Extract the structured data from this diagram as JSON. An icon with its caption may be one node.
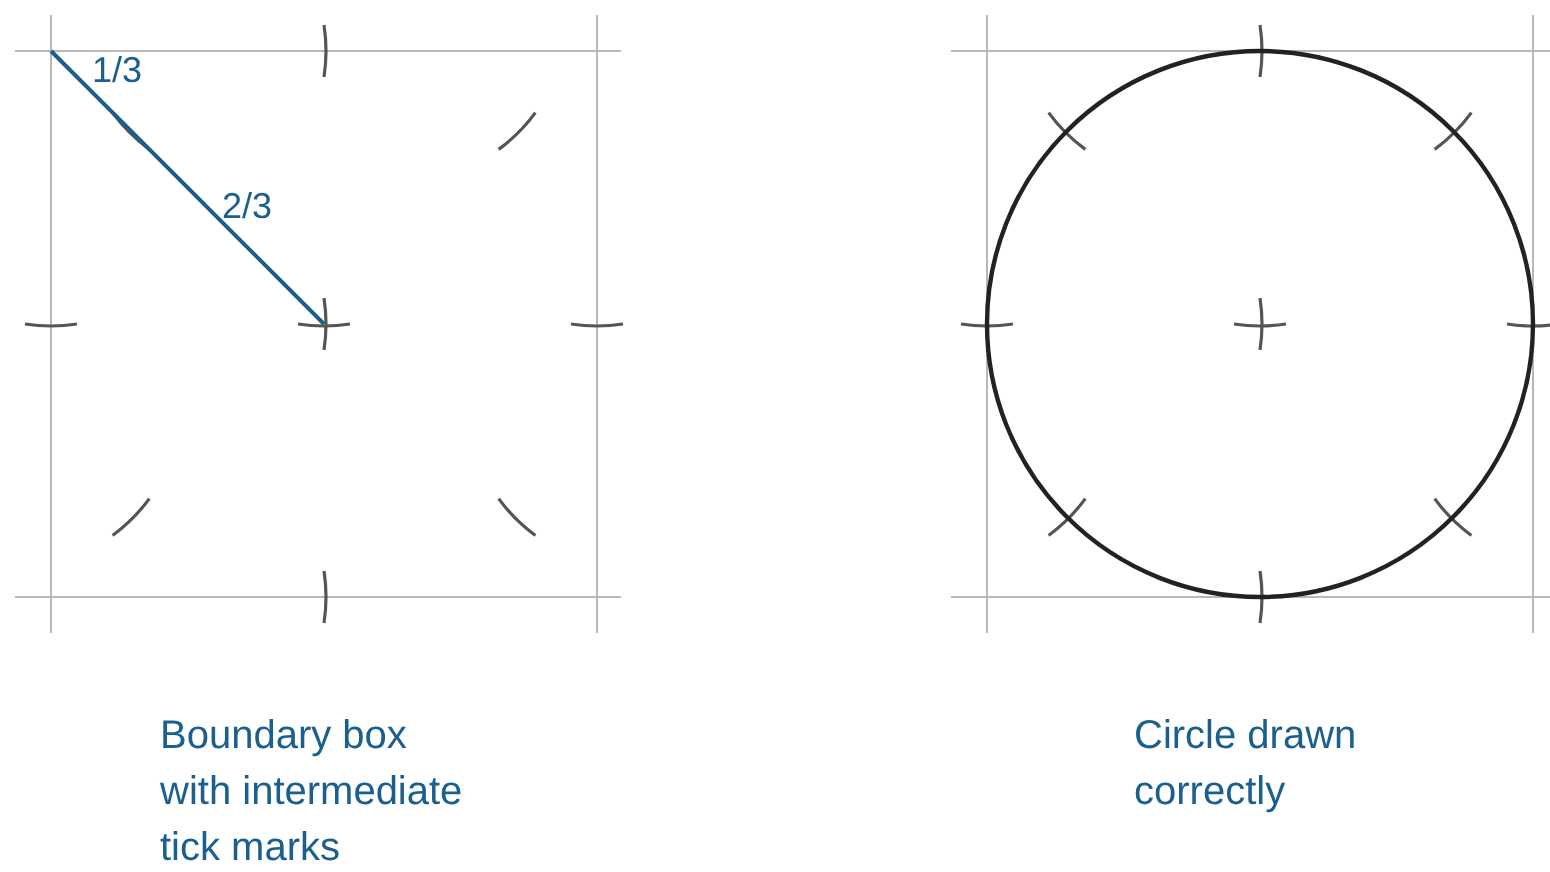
{
  "diagram": {
    "labels": [
      "1/3",
      "2/3",
      "Boundary box with intermediate tick marks",
      "Circle drawn correctly"
    ]
  }
}
